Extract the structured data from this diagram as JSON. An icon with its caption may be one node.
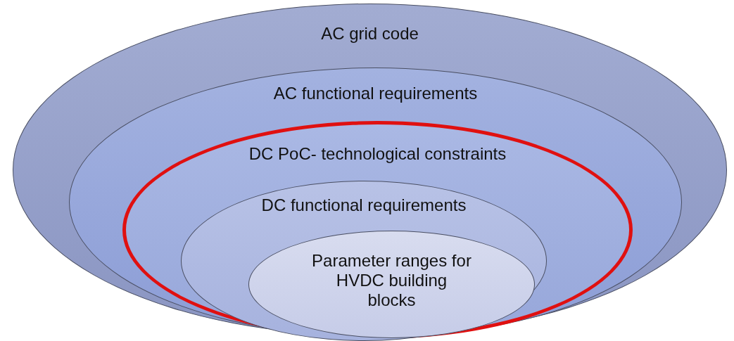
{
  "diagram": {
    "nodes": [
      {
        "text": [
          "AC grid code"
        ]
      },
      {
        "text": [
          "AC functional requirements"
        ],
        "in": 0
      },
      {
        "text": [
          "DC PoC- technological constraints"
        ],
        "in": 1
      },
      {
        "text": [
          "DC functional requirements"
        ],
        "in": 2
      },
      {
        "text": [
          "Parameter ranges for HVDC building blocks"
        ],
        "in": 3
      }
    ]
  }
}
